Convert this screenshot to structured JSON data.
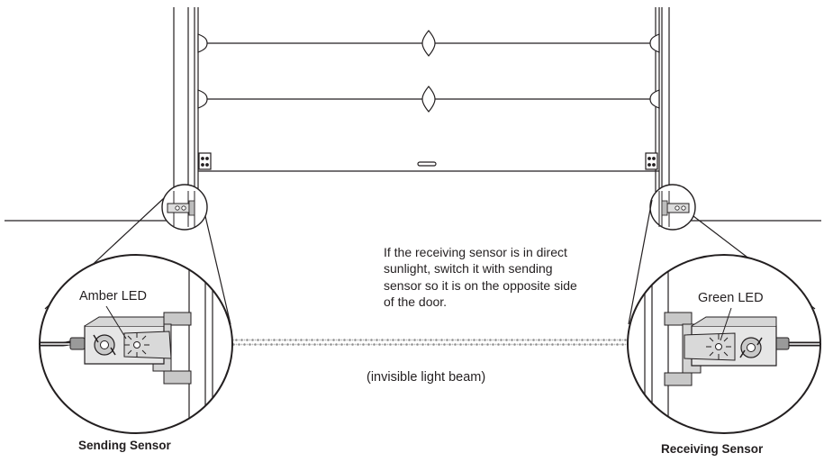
{
  "labels": {
    "note_lines": [
      "If the receiving sensor is in direct",
      "sunlight, switch it with sending",
      "sensor so it is on the opposite side",
      "of the door."
    ],
    "amber_led": "Amber LED",
    "green_led": "Green LED",
    "beam": "(invisible light beam)",
    "sending_sensor": "Sending Sensor",
    "receiving_sensor": "Receiving Sensor"
  },
  "colors": {
    "line": "#231f20",
    "beam": "#9a9a9a",
    "sensor_body": "#e6e6e6",
    "bracket": "#c8c8c8"
  }
}
